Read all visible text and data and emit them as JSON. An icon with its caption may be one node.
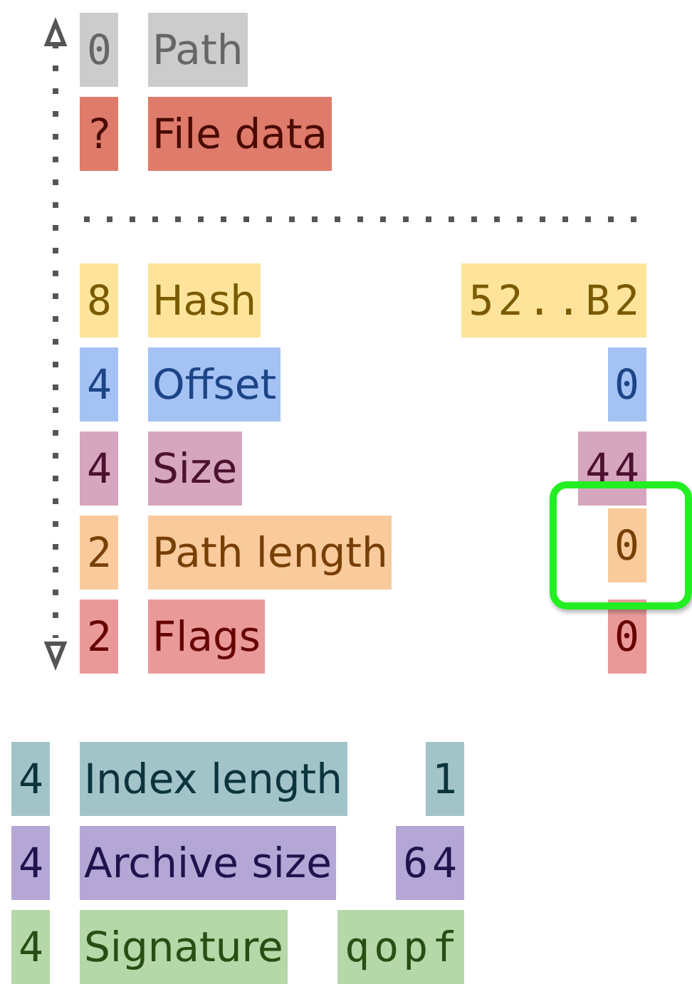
{
  "diagram": {
    "nodes": [
      {
        "text": [
          "0"
        ]
      },
      {
        "text": [
          "Path"
        ]
      },
      {
        "text": [
          "?"
        ]
      },
      {
        "text": [
          "File data"
        ]
      },
      {
        "text": [
          "8"
        ]
      },
      {
        "text": [
          "Hash"
        ]
      },
      {
        "text": [
          "52..B2"
        ]
      },
      {
        "text": [
          "4"
        ]
      },
      {
        "text": [
          "Offset"
        ]
      },
      {
        "text": [
          "0"
        ]
      },
      {
        "text": [
          "4"
        ]
      },
      {
        "text": [
          "Size"
        ]
      },
      {
        "text": [
          "44"
        ]
      },
      {
        "text": [
          "2"
        ]
      },
      {
        "text": [
          "Path length"
        ]
      },
      {
        "text": [
          "0"
        ],
        "in": 19
      },
      {
        "text": [
          "2"
        ]
      },
      {
        "text": [
          "Flags"
        ]
      },
      {
        "text": [
          "0"
        ]
      },
      {
        "text": [],
        "shape": "box"
      },
      {
        "text": [
          "4"
        ]
      },
      {
        "text": [
          "Index length"
        ]
      },
      {
        "text": [
          "1"
        ]
      },
      {
        "text": [
          "4"
        ]
      },
      {
        "text": [
          "Archive size"
        ]
      },
      {
        "text": [
          "64"
        ]
      },
      {
        "text": [
          "4"
        ]
      },
      {
        "text": [
          "Signature"
        ]
      },
      {
        "text": [
          "qopf"
        ]
      }
    ]
  }
}
